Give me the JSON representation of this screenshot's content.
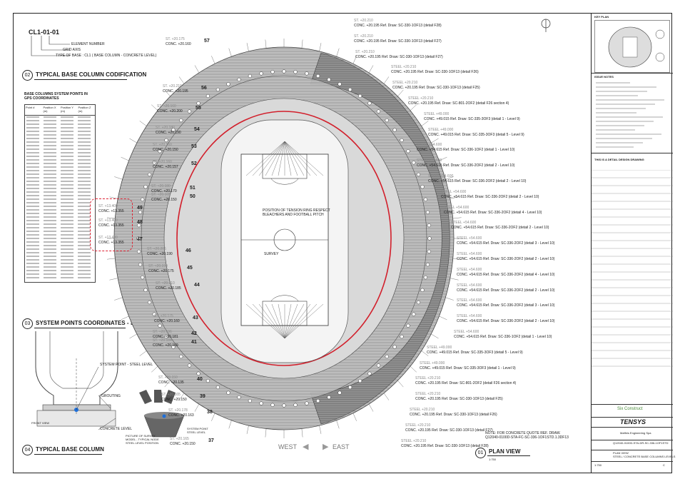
{
  "element_code": {
    "code": "CL1-01-01",
    "element_number": "ELEMENT NUMBER",
    "grid_axis": "GRID AXIS",
    "type_of_base": "TYPE OF BASE : CL1 ( BASE COLUMN - CONCRETE LEVEL)"
  },
  "sections": {
    "s02_num": "02",
    "s02_title": "TYPICAL BASE COLUMN CODIFICATION",
    "s03_num": "03",
    "s03_title": "SYSTEM POINTS COORDINATES - STEEL",
    "s04_num": "04",
    "s04_title": "TYPICAL BASE COLUMN",
    "s01_num": "01",
    "s01_title": "PLAN VIEW",
    "s01_scale": "1:750"
  },
  "coord_table": {
    "title": "BASE COLUMNS SYSTEM POINTS IN\nGPS COORDINATES",
    "headers": [
      "Point #",
      "Position X (m)",
      "Position Y (m)",
      "Position Z (m)"
    ]
  },
  "detail_labels": {
    "system_point_steel": "SYSTEM POINT - STEEL LEVEL",
    "grouting": "GROUTING",
    "concrete_level": "CONCRETE LEVEL",
    "front_view": "FRONT VIEW",
    "survey_picture": "PICTURE OF SURVEY\nMODEL - TYPICAL NODE\nSTEEL LEVEL POSITION",
    "system_point_steel_level": "SYSTEM POINT\nSTEEL LEVEL"
  },
  "plan": {
    "tension_ring_note": "POSITION OF TENSION RING RESPECT\nBLEACHERS AND FOOTBALL PITCH",
    "survey_note": "SURVEY",
    "west": "WEST",
    "east": "EAST",
    "concrete_note": "NOTE: FOR CONCRETE QUOTE REF. DRAW.\nQ12040-0100D-STA-FC-SC-336-1OF1STD.1.3DF13",
    "left_callouts": [
      {
        "st": "ST. +20.175",
        "conc": "CONC. +20.160",
        "num": "57"
      },
      {
        "st": "ST. +20.210",
        "conc": "CONC. +20.195",
        "num": "56"
      },
      {
        "st": "ST. +20.160",
        "conc": "CONC. +20.200",
        "num": "55"
      },
      {
        "st": "ST. +20.180",
        "conc": "CONC. +20.190",
        "num": "54"
      },
      {
        "st": "ST. +20.160",
        "conc": "CONC. +20.150",
        "num": "53"
      },
      {
        "st": "ST. +20.160",
        "conc": "CONC. +20.157",
        "num": "52"
      },
      {
        "st": "ST. +20.180",
        "conc": "CONC. +20.170",
        "num": "51"
      },
      {
        "st": "ST. +20.165",
        "conc": "CONC. +20.150",
        "num": "50"
      },
      {
        "st": "ST. +13.400",
        "conc": "CONC. +13.355",
        "num": "49"
      },
      {
        "st": "ST. +13.400",
        "conc": "CONC. +13.355",
        "num": "48"
      },
      {
        "st": "ST. +13.400",
        "conc": "CONC. +13.355",
        "num": "47"
      },
      {
        "st": "ST. +20.205",
        "conc": "CONC. +20.190",
        "num": "46"
      },
      {
        "st": "ST. +20.190",
        "conc": "CONC. +20.175",
        "num": "45"
      },
      {
        "st": "ST. +20.210",
        "conc": "CONC. +20.185",
        "num": "44"
      },
      {
        "st": "ST. +20.175",
        "conc": "CONC. +20.160",
        "num": "43"
      },
      {
        "st": "ST. +20.196",
        "conc": "CONC. +20.181",
        "num": "42"
      },
      {
        "st": "ST. +20.184",
        "conc": "CONC. +20.169",
        "num": "41"
      },
      {
        "st": "ST. +20.150",
        "conc": "CONC. +20.135",
        "num": "40"
      },
      {
        "st": "ST. +20.165",
        "conc": "CONC. +20.150",
        "num": "39"
      },
      {
        "st": "ST. +20.178",
        "conc": "CONC. +20.163",
        "num": "38"
      },
      {
        "st": "ST. +20.165",
        "conc": "CONC. +20.150",
        "num": "37"
      }
    ],
    "right_callouts": [
      {
        "st": "ST. +20.210",
        "conc": "CONC. +20.195",
        "ref": "Ref. Draw: SC-330-1OF13 (detail F28)"
      },
      {
        "st": "ST. +20.210",
        "conc": "CONC. +20.195",
        "ref": "Ref. Draw: SC-330-1OF13 (detail F27)"
      },
      {
        "st": "ST. +20.210",
        "conc": "CONC. +20.195",
        "ref": "Ref. Draw: SC-330-1OF13 (detail F27)"
      },
      {
        "st": "STEEL +20.210",
        "conc": "CONC. +20.195",
        "ref": "Ref. Draw: SC-330-1OF13 (detail F26)"
      },
      {
        "st": "STEEL +20.210",
        "conc": "CONC. +20.195",
        "ref": "Ref. Draw: SC-330-1OF13 (detail F25)"
      },
      {
        "st": "STEEL +20.210",
        "conc": "CONC. +20.195",
        "ref": "Ref. Draw: SC-801-2OF2 (detail F26 section 4)"
      },
      {
        "st": "STEEL +49.000",
        "conc": "CONC. +49.015",
        "ref": "Ref. Draw: SC-335-3OF3 (detail 1 - Level 9)"
      },
      {
        "st": "STEEL +49.000",
        "conc": "CONC. +49.015",
        "ref": "Ref. Draw: SC-335-3OF3 (detail 5 - Level 9)"
      },
      {
        "st": "STEEL +54.600",
        "conc": "CONC. +54.615",
        "ref": "Ref. Draw: SC-336-1OF2 (detail 1 - Level 10)"
      },
      {
        "st": "STEEL +54.600",
        "conc": "CONC. +54.615",
        "ref": "Ref. Draw: SC-336-2OF2 (detail 2 - Level 10)"
      },
      {
        "st": "STEEL +54.600",
        "conc": "CONC. +54.615",
        "ref": "Ref. Draw: SC-336-2OF2 (detail 2 - Level 10)"
      },
      {
        "st": "STEEL +54.600",
        "conc": "CONC. +54.615",
        "ref": "Ref. Draw: SC-336-2OF2 (detail 2 - Level 10)"
      },
      {
        "st": "STEEL +54.600",
        "conc": "CONC. +54.615",
        "ref": "Ref. Draw: SC-336-2OF2 (detail 4 - Level 10)"
      },
      {
        "st": "STEEL +54.600",
        "conc": "CONC. +54.615",
        "ref": "Ref. Draw: SC-336-2OF2 (detail 2 - Level 10)"
      },
      {
        "st": "STEEL +54.600",
        "conc": "CONC. +54.615",
        "ref": "Ref. Draw: SC-336-2OF2 (detail 3 - Level 10)"
      },
      {
        "st": "STEEL +54.600",
        "conc": "CONC. +54.615",
        "ref": "Ref. Draw: SC-336-2OF2 (detail 2 - Level 10)"
      },
      {
        "st": "STEEL +54.600",
        "conc": "CONC. +54.615",
        "ref": "Ref. Draw: SC-336-2OF2 (detail 4 - Level 10)"
      },
      {
        "st": "STEEL +54.600",
        "conc": "CONC. +54.615",
        "ref": "Ref. Draw: SC-336-2OF2 (detail 2 - Level 10)"
      },
      {
        "st": "STEEL +54.600",
        "conc": "CONC. +54.615",
        "ref": "Ref. Draw: SC-336-2OF2 (detail 3 - Level 10)"
      },
      {
        "st": "STEEL +54.600",
        "conc": "CONC. +54.615",
        "ref": "Ref. Draw: SC-336-2OF2 (detail 2 - Level 10)"
      },
      {
        "st": "STEEL +54.600",
        "conc": "CONC. +54.615",
        "ref": "Ref. Draw: SC-336-1OF2 (detail 1 - Level 10)"
      },
      {
        "st": "STEEL +49.000",
        "conc": "CONC. +49.015",
        "ref": "Ref. Draw: SC-335-3OF3 (detail 5 - Level 9)"
      },
      {
        "st": "STEEL +49.000",
        "conc": "CONC. +49.015",
        "ref": "Ref. Draw: SC-335-3OF3 (detail 1 - Level 9)"
      },
      {
        "st": "STEEL +20.210",
        "conc": "CONC. +20.195",
        "ref": "Ref. Draw: SC-801-2OF2 (detail F26 section 4)"
      },
      {
        "st": "STEEL +20.210",
        "conc": "CONC. +20.195",
        "ref": "Ref. Draw: SC-330-1OF13 (detail F25)"
      },
      {
        "st": "STEEL +20.210",
        "conc": "CONC. +20.195",
        "ref": "Ref. Draw: SC-330-1OF13 (detail F26)"
      },
      {
        "st": "STEEL +20.210",
        "conc": "CONC. +20.195",
        "ref": "Ref. Draw: SC-330-1OF13 (detail F27)"
      },
      {
        "st": "STEEL +20.210",
        "conc": "CONC. +20.195",
        "ref": "Ref. Draw: SC-330-1OF13 (detail F28)"
      }
    ]
  },
  "title_block": {
    "key_plan": "KEY PLAN",
    "issue_notes": "ISSUE NOTES",
    "drawing_status": "THIS IS A DETAIL DESIGN DRAWING",
    "company": "TENSYS",
    "consultant": "Maffeis Engineering Spa",
    "contractor": "Six Construct",
    "project_code": "Q12040-0100D-STA-DR-SC-336-1OF1STD",
    "sheet_title": "PLAN VIEW\nSTEEL / CONCRETE BASE COLUMNS LEVELS",
    "scale": "1:750",
    "revision": "C"
  }
}
